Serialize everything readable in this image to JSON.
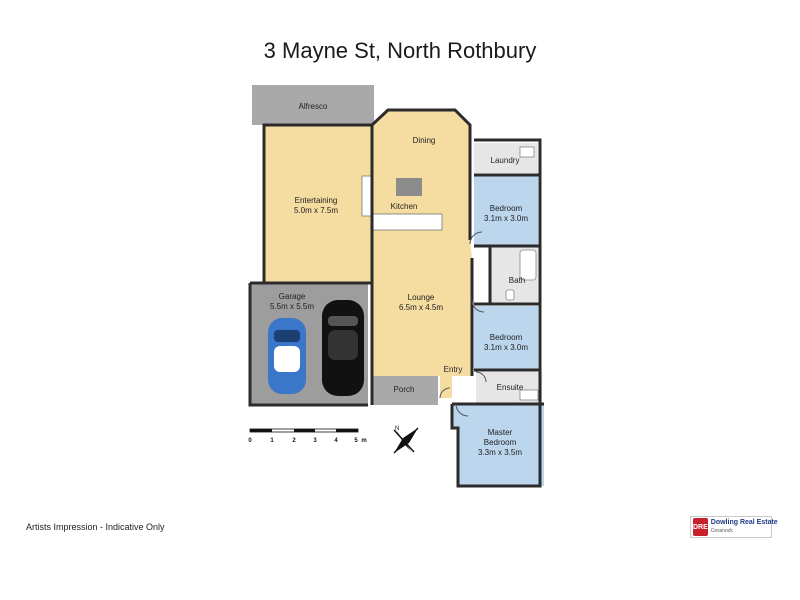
{
  "title": "3 Mayne St, North Rothbury",
  "rooms": {
    "alfresco": {
      "name": "Alfresco"
    },
    "dining": {
      "name": "Dining"
    },
    "laundry": {
      "name": "Laundry"
    },
    "entertaining": {
      "name": "Entertaining",
      "size": "5.0m x 7.5m"
    },
    "kitchen": {
      "name": "Kitchen"
    },
    "bedroom1": {
      "name": "Bedroom",
      "size": "3.1m x 3.0m"
    },
    "bath": {
      "name": "Bath"
    },
    "garage": {
      "name": "Garage",
      "size": "5.5m x 5.5m"
    },
    "lounge": {
      "name": "Lounge",
      "size": "6.5m x 4.5m"
    },
    "bedroom2": {
      "name": "Bedroom",
      "size": "3.1m x 3.0m"
    },
    "entry": {
      "name": "Entry"
    },
    "porch": {
      "name": "Porch"
    },
    "ensuite": {
      "name": "Ensuite"
    },
    "master": {
      "name": "Master",
      "name2": "Bedroom",
      "size": "3.3m x 3.5m"
    }
  },
  "scale": {
    "ticks": [
      "0",
      "1",
      "2",
      "3",
      "4",
      "5"
    ],
    "unit": "m"
  },
  "compass": {
    "label": "N"
  },
  "footer": {
    "disclaimer": "Artists Impression - Indicative Only"
  },
  "agency": {
    "logo_text": "DRE",
    "name": "Dowling Real Estate",
    "branch": "Cessnock"
  },
  "colors": {
    "living": "#f5dca0",
    "bedroom": "#bcd6ee",
    "wet": "#e6e6e6",
    "outdoor": "#a9a9a9",
    "wall": "#2b2b2b"
  },
  "cars": [
    {
      "color": "blue"
    },
    {
      "color": "black"
    }
  ]
}
